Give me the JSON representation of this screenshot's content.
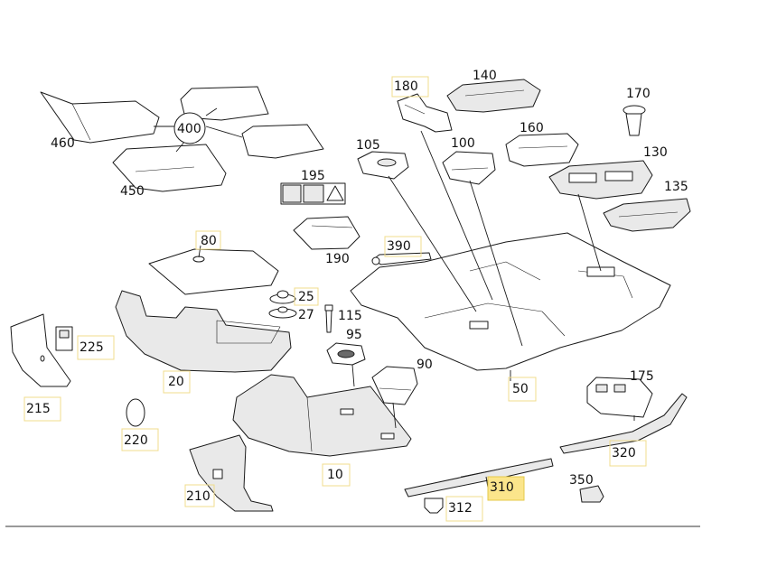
{
  "callouts": {
    "p460": "460",
    "p400": "400",
    "p450": "450",
    "p195": "195",
    "p190": "190",
    "p80": "80",
    "p25": "25",
    "p27": "27",
    "p115": "115",
    "p20": "20",
    "p225": "225",
    "p215": "215",
    "p220": "220",
    "p210": "210",
    "p10": "10",
    "p95": "95",
    "p90": "90",
    "p390": "390",
    "p180": "180",
    "p140": "140",
    "p170": "170",
    "p105": "105",
    "p100": "100",
    "p160": "160",
    "p130": "130",
    "p135": "135",
    "p50": "50",
    "p175": "175",
    "p320": "320",
    "p310": "310",
    "p312": "312",
    "p350": "350"
  },
  "highlighted_callout": "310",
  "colors": {
    "highlight": "#fbe58b",
    "callout_border": "#f0dc8c",
    "line": "#1a1a1a"
  }
}
